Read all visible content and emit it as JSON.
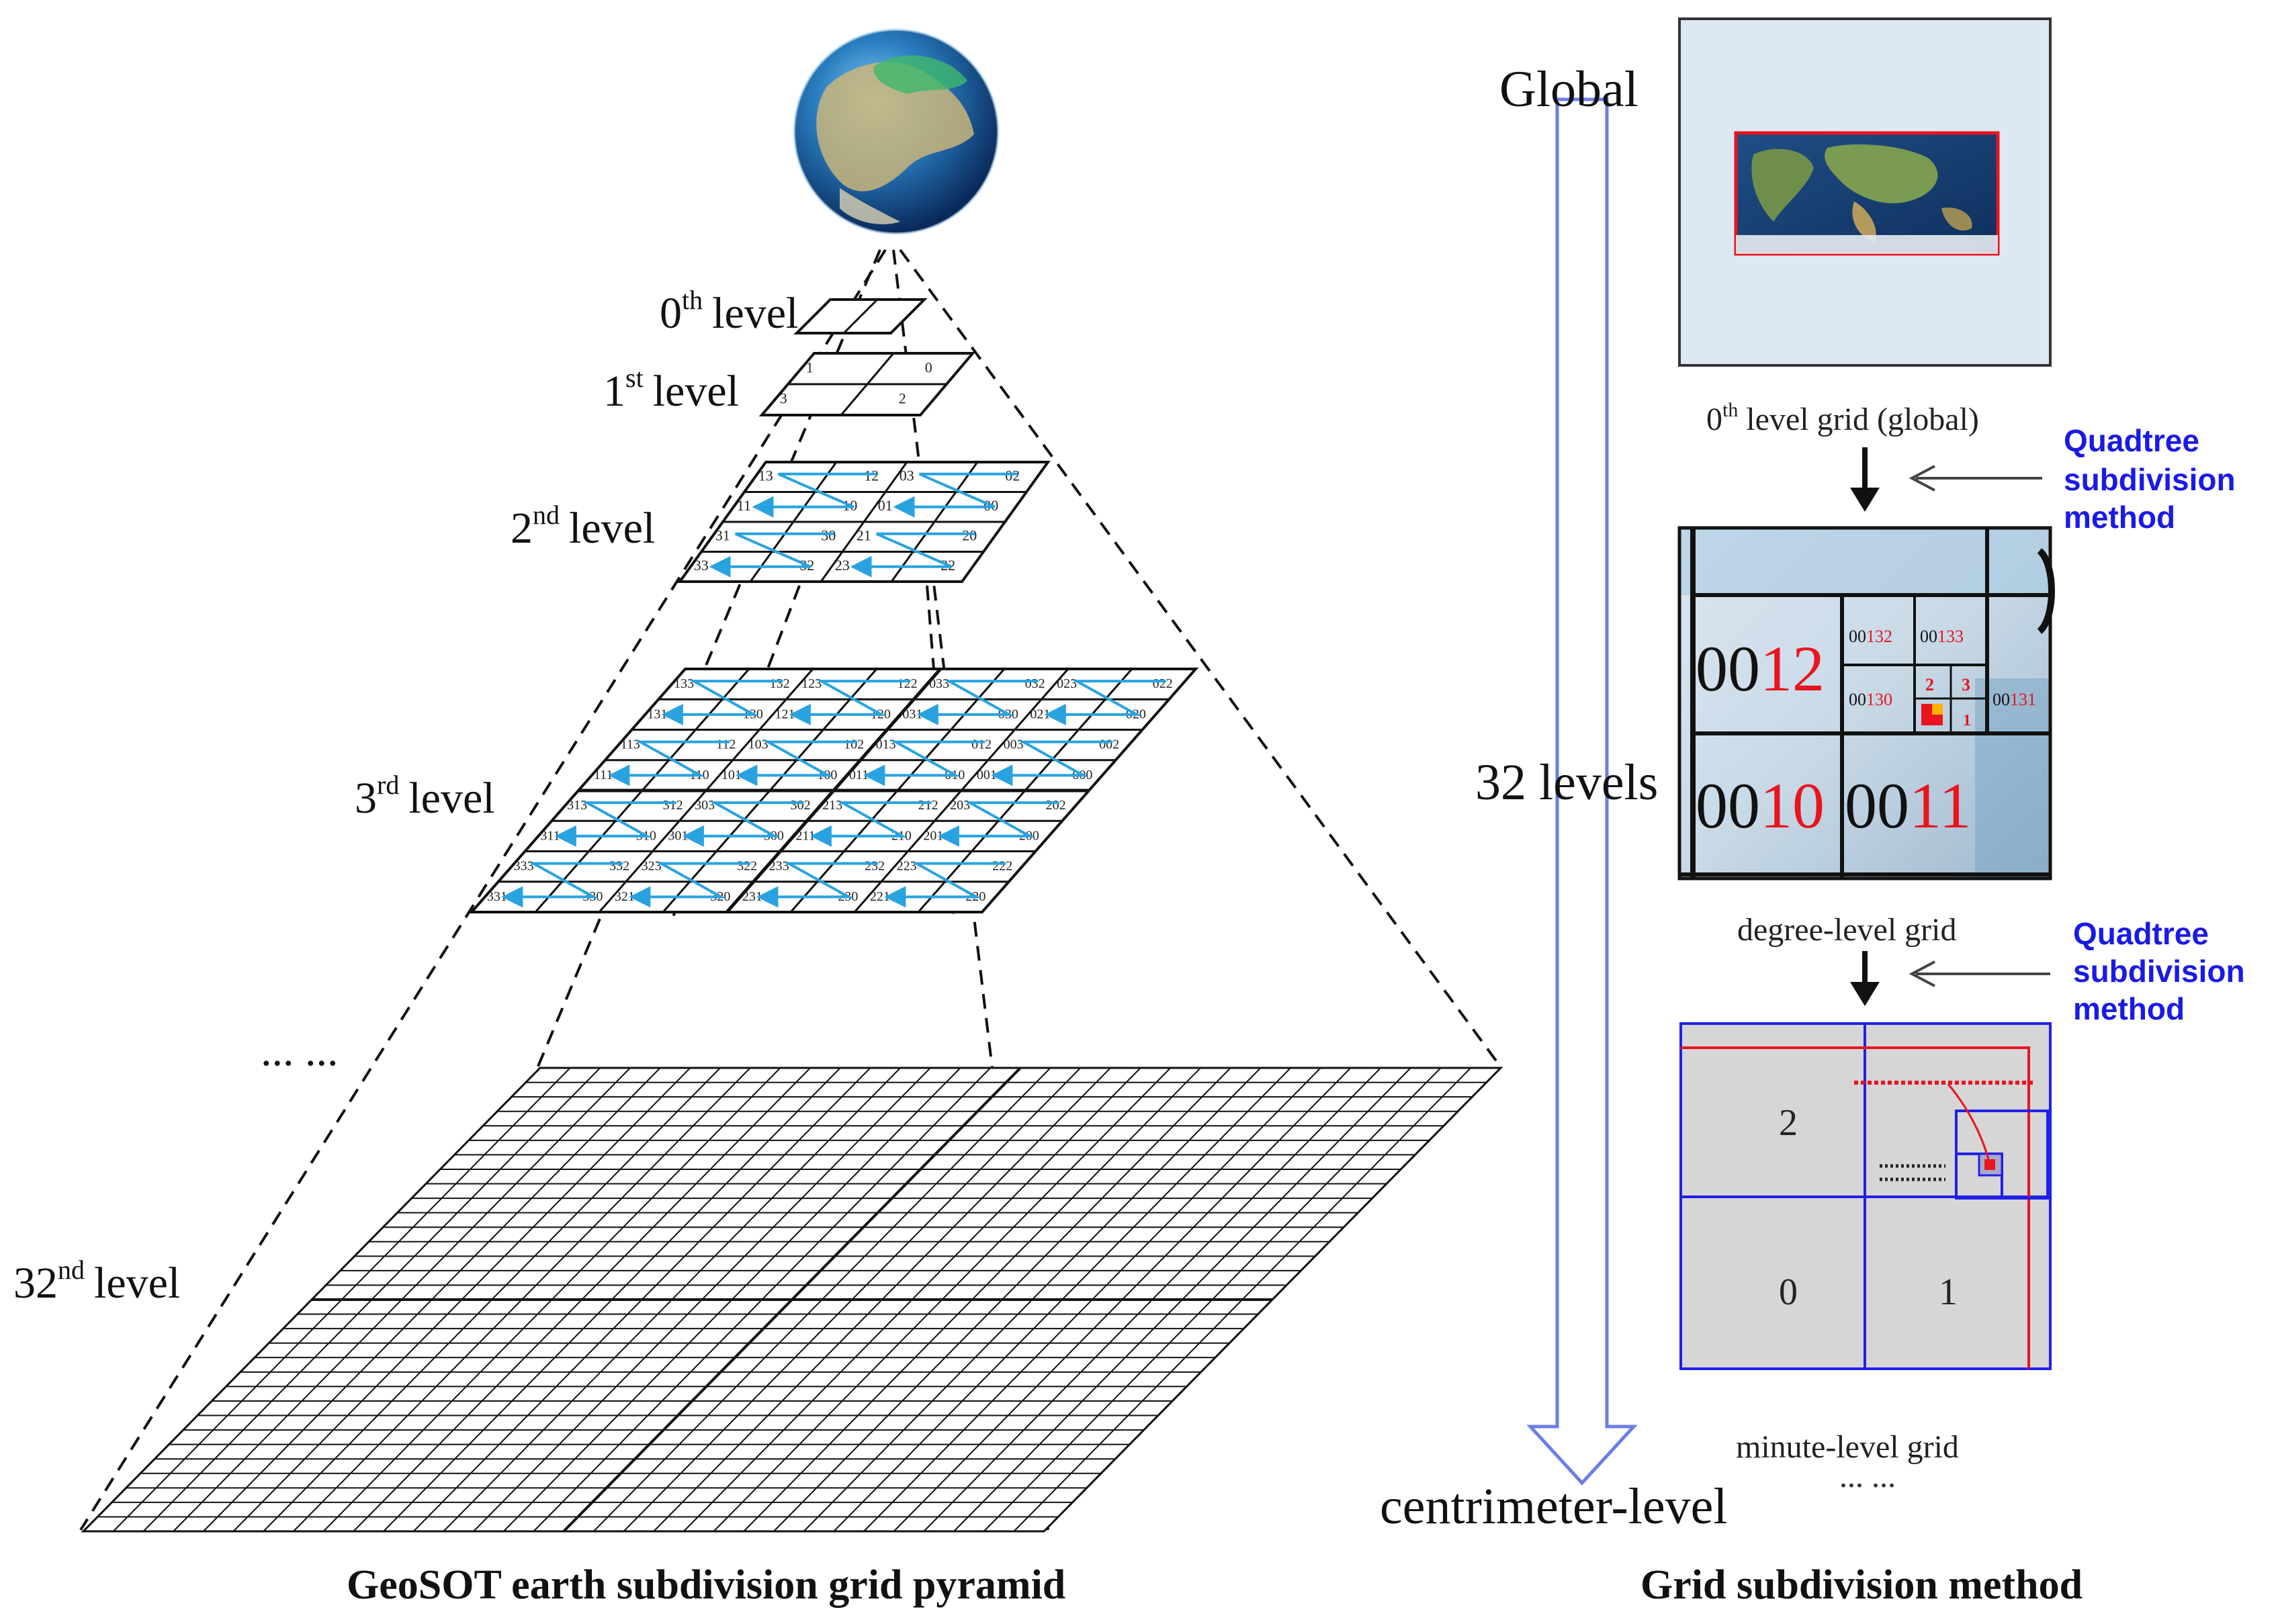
{
  "pyramid": {
    "levels": [
      {
        "num": "0",
        "sup": "th",
        "word": "level"
      },
      {
        "num": "1",
        "sup": "st",
        "word": "level"
      },
      {
        "num": "2",
        "sup": "nd",
        "word": "level"
      },
      {
        "num": "3",
        "sup": "rd",
        "word": "level"
      },
      {
        "num": "32",
        "sup": "nd",
        "word": "level"
      }
    ],
    "ellipsis": "... ...",
    "level1_codes": [
      "1",
      "0",
      "3",
      "2"
    ],
    "level2_codes": [
      "13",
      "12",
      "03",
      "02",
      "11",
      "10",
      "01",
      "00",
      "31",
      "30",
      "21",
      "20",
      "33",
      "32",
      "23",
      "22"
    ],
    "level3_codes": [
      "133",
      "132",
      "123",
      "122",
      "033",
      "032",
      "023",
      "022",
      "131",
      "130",
      "121",
      "120",
      "031",
      "030",
      "021",
      "020",
      "113",
      "112",
      "103",
      "102",
      "013",
      "012",
      "003",
      "002",
      "111",
      "110",
      "101",
      "100",
      "011",
      "010",
      "001",
      "000",
      "313",
      "312",
      "303",
      "302",
      "213",
      "212",
      "203",
      "202",
      "311",
      "310",
      "301",
      "300",
      "211",
      "210",
      "201",
      "200",
      "333",
      "332",
      "323",
      "322",
      "233",
      "232",
      "223",
      "222",
      "331",
      "330",
      "321",
      "320",
      "231",
      "230",
      "221",
      "220"
    ],
    "caption": "GeoSOT earth subdivision grid pyramid"
  },
  "method": {
    "top_label": "Global",
    "middle_label": "32 levels",
    "bottom_label": "centrimeter-level",
    "grid0_sup": "th",
    "grid0_label_pre": "0",
    "grid0_label_post": " level grid (global)",
    "degree_label": "degree-level grid",
    "minute_label": "minute-level grid",
    "ellipsis": "... ...",
    "quadtree_1": [
      "Quadtree",
      "subdivision",
      "method"
    ],
    "quadtree_2": [
      "Quadtree",
      "subdivision",
      "method"
    ],
    "degree_codes": {
      "c0012_pre": "00",
      "c0012_post": "12",
      "c0010_pre": "00",
      "c0010_post": "10",
      "c0011_pre": "00",
      "c0011_post": "11",
      "c00132_pre": "00",
      "c00132_post": "132",
      "c00133_pre": "00",
      "c00133_post": "133",
      "c00130_pre": "00",
      "c00130_post": "130",
      "c00131_pre": "00",
      "c00131_post": "131",
      "small": [
        "2",
        "3",
        "1"
      ]
    },
    "minute_quadrants": [
      "2",
      "0",
      "1"
    ],
    "caption": "Grid subdivision method"
  },
  "colors": {
    "cyan_arrow": "#29a3e0",
    "blue": "#2020e8",
    "red": "#e8141e",
    "arrow_outline": "#6b7fe6"
  }
}
